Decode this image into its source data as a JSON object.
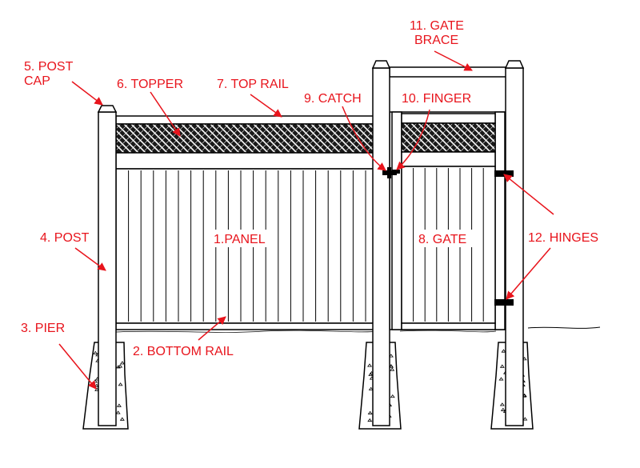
{
  "colors": {
    "label": "#e8141c",
    "line": "#000000",
    "fill": "#ffffff",
    "lattice_bg": "#1a1a1a"
  },
  "labels": {
    "panel": "1.PANEL",
    "bottom_rail": "2. BOTTOM RAIL",
    "pier": "3. PIER",
    "post": "4. POST",
    "post_cap_1": "5. POST",
    "post_cap_2": "CAP",
    "topper": "6. TOPPER",
    "top_rail": "7. TOP RAIL",
    "gate": "8. GATE",
    "catch": "9. CATCH",
    "finger": "10. FINGER",
    "gate_brace_1": "11. GATE",
    "gate_brace_2": "BRACE",
    "hinges": "12. HINGES"
  }
}
